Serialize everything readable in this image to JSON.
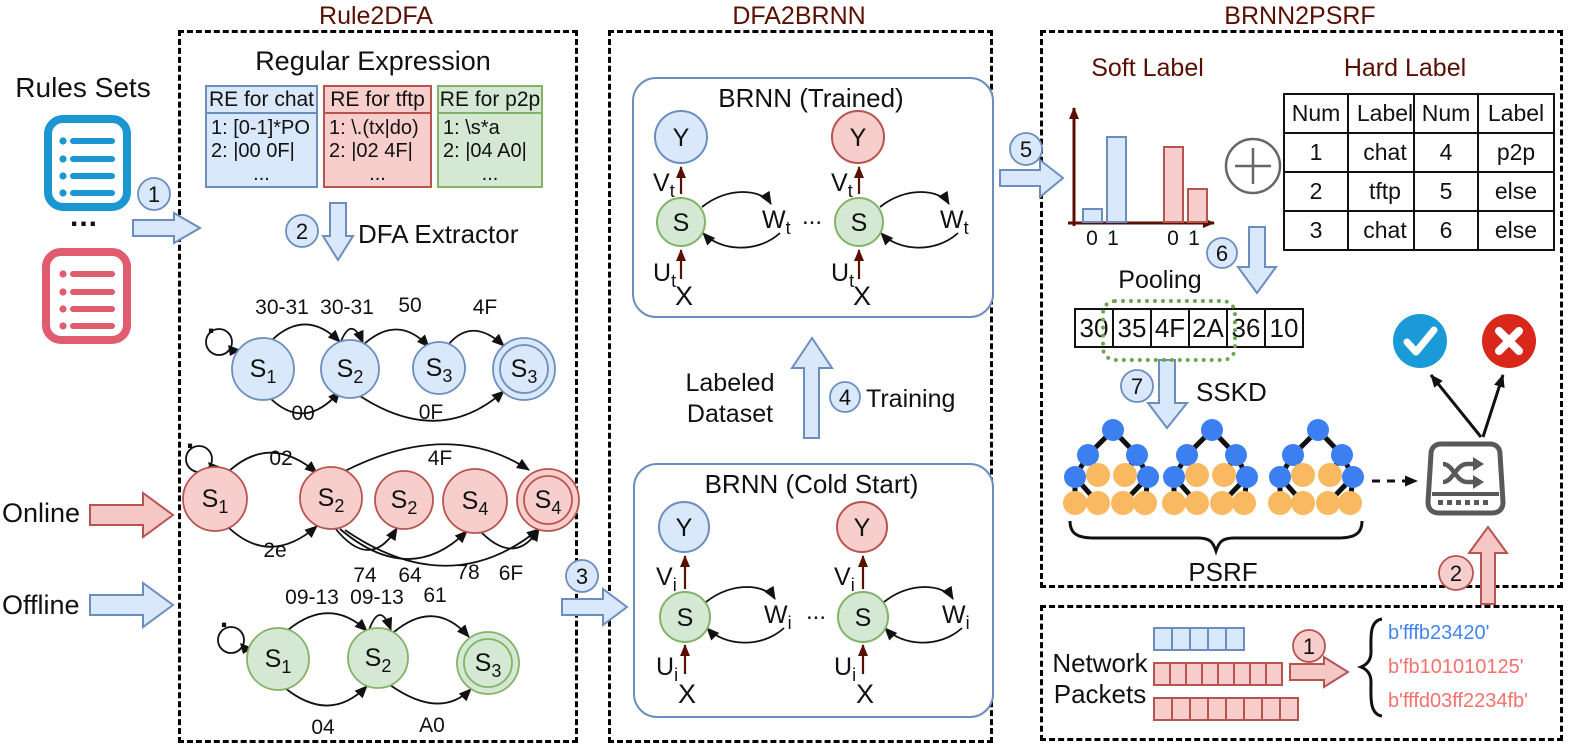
{
  "titles": {
    "rule2dfa": "Rule2DFA",
    "dfa2brnn": "DFA2BRNN",
    "brnn2psrf": "BRNN2PSRF"
  },
  "left": {
    "rules_sets": "Rules Sets",
    "dots": "...",
    "online": "Online",
    "offline": "Offline"
  },
  "steps": {
    "n1": "1",
    "n2": "2",
    "n3": "3",
    "n4": "4",
    "n5": "5",
    "n6": "6",
    "n7": "7",
    "packet_step": "1",
    "deploy_step": "2"
  },
  "regex": {
    "heading": "Regular Expression",
    "extractor": "DFA Extractor",
    "tables": [
      {
        "header": "RE for chat",
        "r1": "1: [0-1]*PO",
        "r2": "2: |00 0F|",
        "r3": "..."
      },
      {
        "header": "RE for tftp",
        "r1": "1: \\.(tx|do)",
        "r2": "2: |02 4F|",
        "r3": "..."
      },
      {
        "header": "RE for p2p",
        "r1": "1: \\s*a",
        "r2": "2: |04 A0|",
        "r3": "..."
      }
    ]
  },
  "dfa_blue": {
    "dot": ".",
    "top": [
      "30-31",
      "30-31",
      "50",
      "4F"
    ],
    "bottom": [
      "00",
      "0F"
    ],
    "states": [
      {
        "b": "S",
        "s": "1"
      },
      {
        "b": "S",
        "s": "2"
      },
      {
        "b": "S",
        "s": "3"
      },
      {
        "b": "S",
        "s": "3"
      }
    ]
  },
  "dfa_red": {
    "dot": ".",
    "top": [
      "02",
      "4F"
    ],
    "bottom": [
      "2e",
      "74",
      "64",
      "78",
      "6F"
    ],
    "states": [
      {
        "b": "S",
        "s": "1"
      },
      {
        "b": "S",
        "s": "2"
      },
      {
        "b": "S",
        "s": "2"
      },
      {
        "b": "S",
        "s": "4"
      },
      {
        "b": "S",
        "s": "4"
      }
    ]
  },
  "dfa_green": {
    "dot": ".",
    "top": [
      "09-13",
      "09-13",
      "61"
    ],
    "bottom": [
      "04",
      "A0"
    ],
    "states": [
      {
        "b": "S",
        "s": "1"
      },
      {
        "b": "S",
        "s": "2"
      },
      {
        "b": "S",
        "s": "3"
      }
    ]
  },
  "brnn": {
    "trained_title": "BRNN (Trained)",
    "cold_title": "BRNN (Cold Start)",
    "labeled_line1": "Labeled",
    "labeled_line2": "Dataset",
    "training": "Training",
    "y": "Y",
    "s": "S",
    "x": "X",
    "v": "V",
    "w": "W",
    "u": "U",
    "t": "t",
    "i": "i",
    "dots": "..."
  },
  "soft": {
    "title": "Soft Label",
    "ticks": [
      "0",
      "1",
      "0",
      "1"
    ]
  },
  "chart_data": {
    "type": "bar",
    "title": "Soft Label",
    "categories": [
      "0",
      "1",
      "0",
      "1"
    ],
    "series": [
      {
        "name": "blue-class",
        "values": [
          0.12,
          0.85,
          0,
          0
        ]
      },
      {
        "name": "red-class",
        "values": [
          0,
          0,
          0.75,
          0.33
        ]
      }
    ],
    "ylim": [
      0,
      1
    ],
    "xlabel": "",
    "ylabel": "",
    "legend": "none"
  },
  "hard": {
    "title": "Hard Label",
    "headers": [
      "Num",
      "Label"
    ],
    "t1": [
      [
        "1",
        "chat"
      ],
      [
        "2",
        "tftp"
      ],
      [
        "3",
        "chat"
      ]
    ],
    "t2": [
      [
        "4",
        "p2p"
      ],
      [
        "5",
        "else"
      ],
      [
        "6",
        "else"
      ]
    ]
  },
  "pooling": {
    "title": "Pooling",
    "cells": [
      "30",
      "35",
      "4F",
      "2A",
      "36",
      "10"
    ],
    "highlight_from": 1,
    "highlight_to": 3
  },
  "sskd": "SSKD",
  "psrf": "PSRF",
  "packets": {
    "label_line1": "Network",
    "label_line2": "Packets",
    "rows": [
      {
        "color": "blue",
        "cells": 5
      },
      {
        "color": "red",
        "cells": 8
      },
      {
        "color": "red",
        "cells": 8
      }
    ],
    "strings": [
      {
        "text": "b'fffb23420'",
        "color": "blue"
      },
      {
        "text": "b'fb101010125'",
        "color": "red"
      },
      {
        "text": "b'fffd03ff2234fb'",
        "color": "red"
      }
    ]
  },
  "colors": {
    "blue_fill": "#dae8fc",
    "blue_stroke": "#6c8ebf",
    "red_fill": "#f8cecc",
    "red_stroke": "#b85450",
    "green_fill": "#d5e8d4",
    "green_stroke": "#82b366",
    "maroon": "#5b0f00",
    "icon_blue": "#1a96d2",
    "icon_red": "#e05c6e",
    "tree_blue": "#3b7ff0",
    "tree_orange": "#f8b960",
    "check_blue": "#1a9bd7",
    "cross_red": "#d7281a",
    "string_blue": "#4185f4",
    "string_red": "#f4716c"
  }
}
